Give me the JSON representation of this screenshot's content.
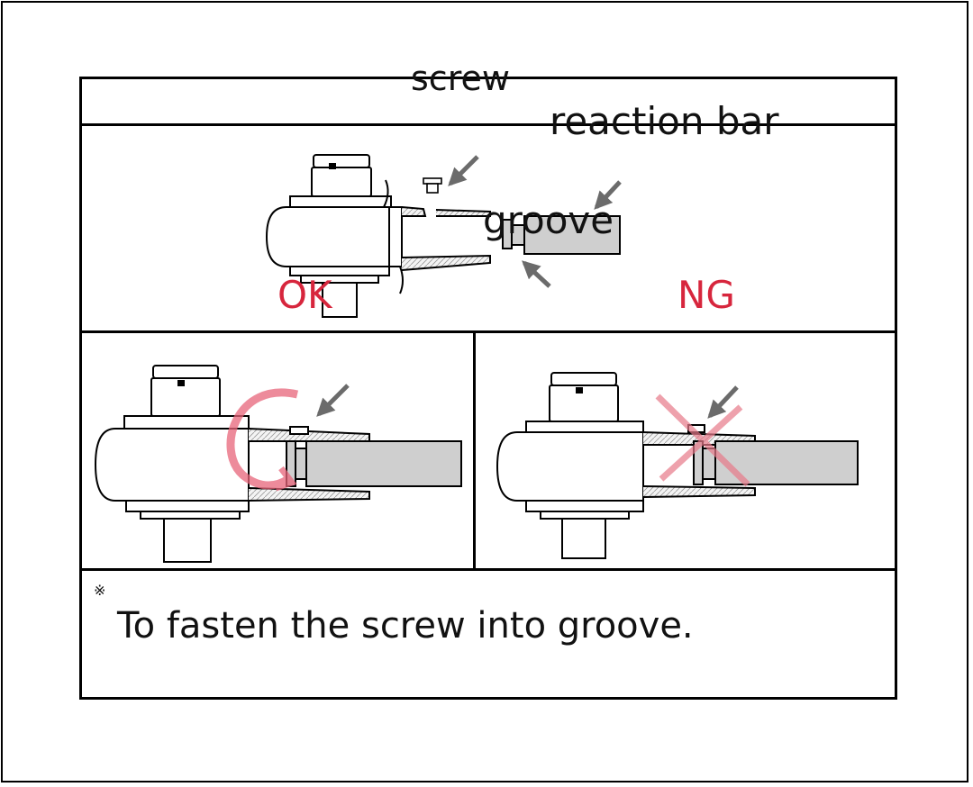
{
  "labels": {
    "screw": "screw",
    "reaction_bar": "reaction bar",
    "groove": "groove",
    "ok": "OK",
    "ng": "NG"
  },
  "note": {
    "mark": "※",
    "caption": "To fasten the screw into groove."
  },
  "colors": {
    "status_red": "#d7263d",
    "bar_gray": "#cfcfcf",
    "arrow_gray": "#6b6b6b",
    "line": "#000000"
  },
  "icons": {
    "arrow": "arrow-icon",
    "cross": "cross-mark-icon",
    "rotate": "rotate-arrow-icon"
  }
}
